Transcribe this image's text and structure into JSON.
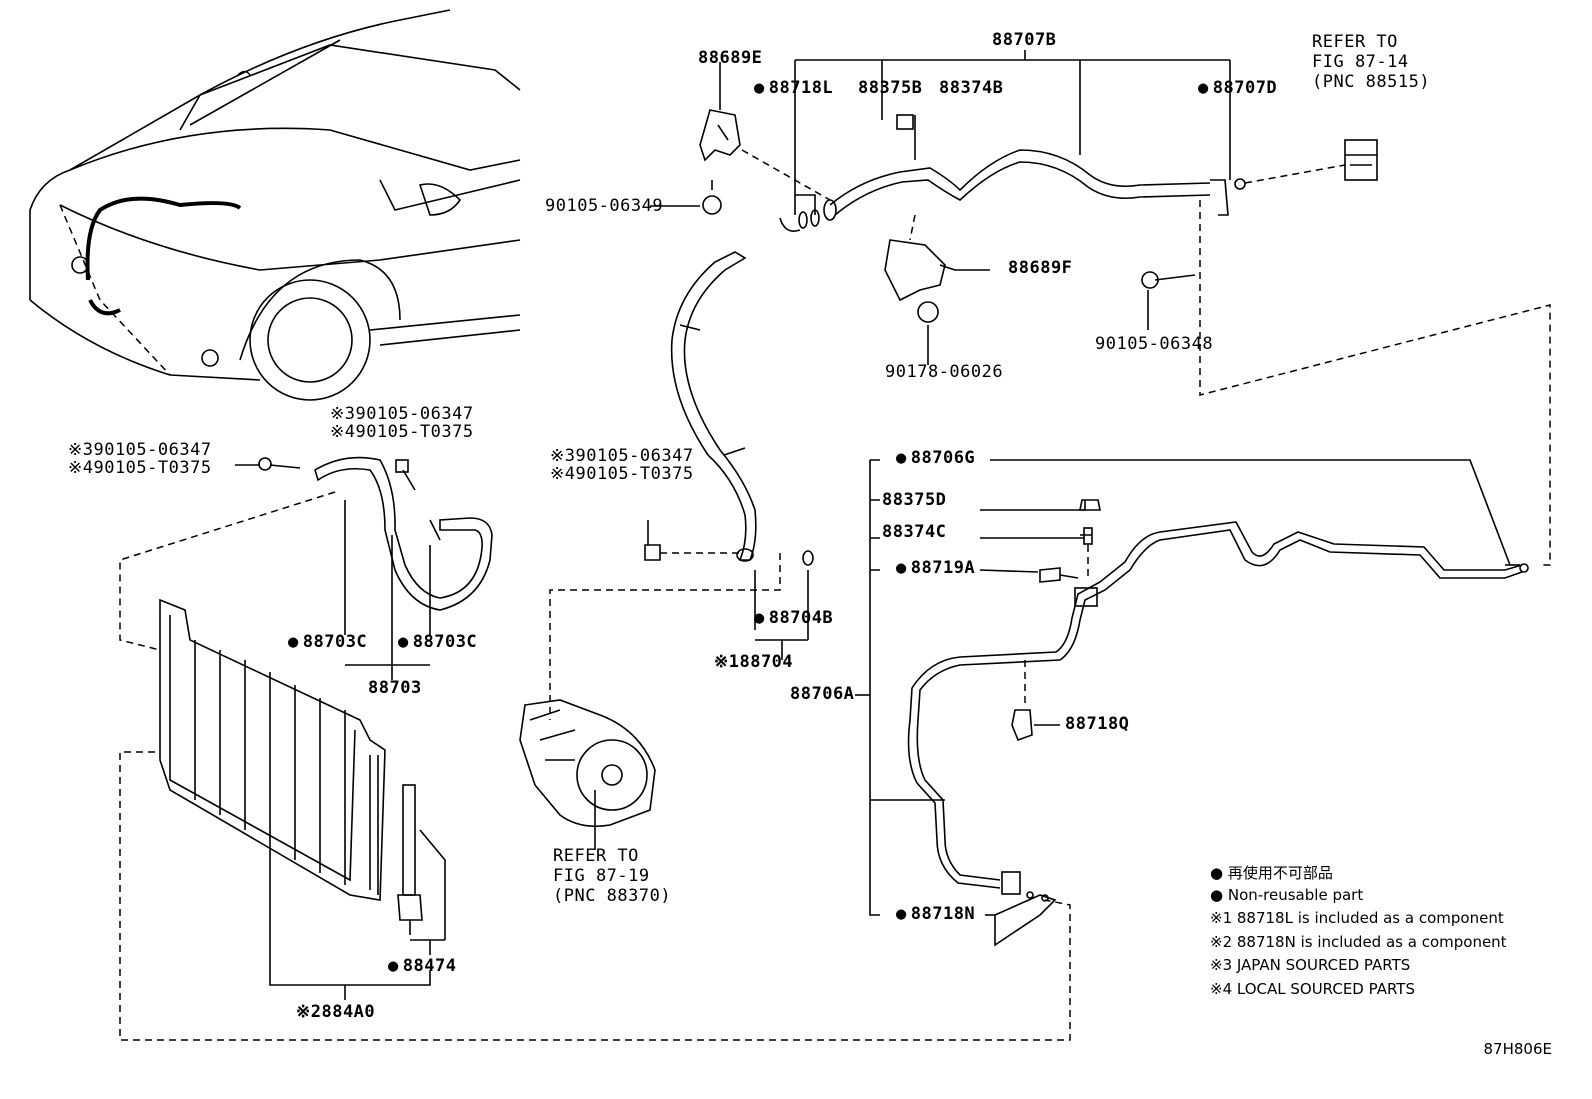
{
  "labels": {
    "p88689E": "88689E",
    "p88707B": "88707B",
    "p88718L": "88718L",
    "p88375B": "88375B",
    "p88374B": "88374B",
    "p88707D": "88707D",
    "refer1_a": "REFER TO",
    "refer1_b": "FIG 87-14",
    "refer1_c": "(PNC 88515)",
    "p90105_06349": "90105-06349",
    "p88689F": "88689F",
    "p90105_06348": "90105-06348",
    "p90178_06026": "90178-06026",
    "left_bolt_a": "※390105-06347",
    "left_bolt_b": "※490105-T0375",
    "mid_bolt_a": "※390105-06347",
    "mid_bolt_b": "※490105-T0375",
    "comp_bolt_a": "※390105-06347",
    "comp_bolt_b": "※490105-T0375",
    "p88706G": "88706G",
    "p88375D": "88375D",
    "p88374C": "88374C",
    "p88719A": "88719A",
    "p88703C_1": "88703C",
    "p88703C_2": "88703C",
    "p88703": "88703",
    "p88704B": "88704B",
    "p88704": "※188704",
    "p88706A": "88706A",
    "p88718Q": "88718Q",
    "refer2_a": "REFER TO",
    "refer2_b": "FIG 87-19",
    "refer2_c": "(PNC 88370)",
    "p88718N": "88718N",
    "p88474": "88474",
    "p884A0": "※2884A0"
  },
  "legend": [
    "● 再使用不可部品",
    "● Non-reusable part",
    "※1 88718L is included as a component",
    "※2 88718N is included as a component",
    "※3 JAPAN SOURCED PARTS",
    "※4 LOCAL SOURCED PARTS"
  ],
  "figure_code": "87H806E"
}
